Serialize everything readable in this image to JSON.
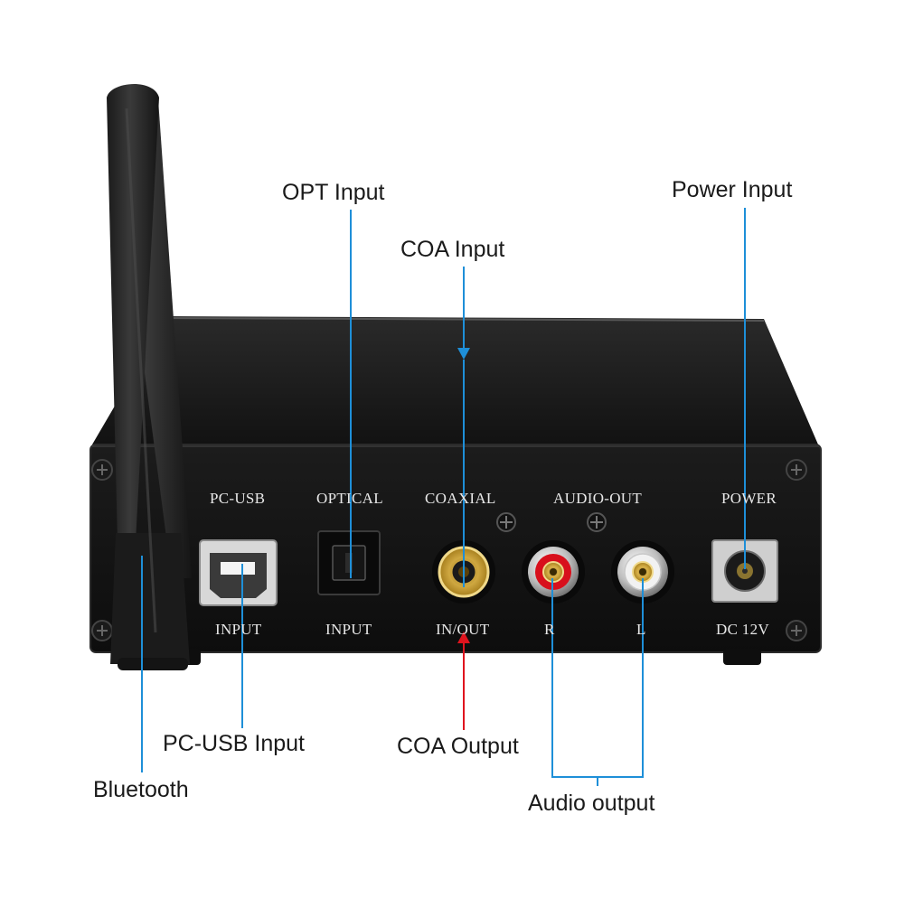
{
  "panel_labels": {
    "pc_usb": "PC-USB",
    "optical": "OPTICAL",
    "coaxial": "COAXIAL",
    "audio_out": "AUDIO-OUT",
    "power": "POWER",
    "input_usb": "INPUT",
    "input_optical": "INPUT",
    "in_out": "IN/OUT",
    "r": "R",
    "l": "L",
    "dc": "DC 12V"
  },
  "callouts": {
    "opt_input": "OPT Input",
    "coa_input": "COA Input",
    "power_input": "Power Input",
    "pc_usb_input": "PC-USB Input",
    "bluetooth": "Bluetooth",
    "coa_output": "COA Output",
    "audio_output": "Audio output"
  },
  "colors": {
    "leader_blue": "#1e8fd8",
    "leader_red": "#e0141e",
    "body": "#141414",
    "rca_red": "#d8101c",
    "rca_white": "#f2f2f2"
  }
}
